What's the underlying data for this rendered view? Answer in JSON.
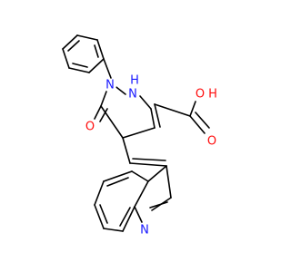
{
  "molecule": {
    "atom_labels": {
      "n1": "N",
      "n2": "N",
      "h_n2": "H",
      "o5": "O",
      "o_oh": "O",
      "h_oh": "H",
      "o_dbl": "O",
      "n_ind": "N"
    },
    "colors": {
      "bond": "#000000",
      "nitrogen": "#1a1aff",
      "oxygen": "#ff0d0d"
    }
  }
}
